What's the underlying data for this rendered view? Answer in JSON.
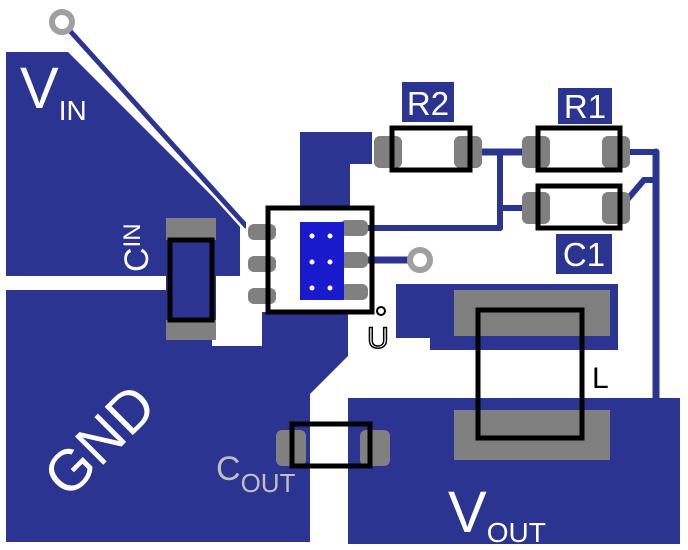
{
  "board": {
    "colors": {
      "copper": "#2b3591",
      "pad": "#808080",
      "outline": "#000000",
      "label_light": "#ffffff",
      "label_pad": "#bfbfbf",
      "via_ring": "#a0a0a0",
      "thermal_pad": "#1a1acd"
    },
    "labels": {
      "vin": "V",
      "vin_sub": "IN",
      "gnd": "GND",
      "vout": "V",
      "vout_sub": "OUT",
      "cin": "C",
      "cin_sub": "IN",
      "cout": "C",
      "cout_sub": "OUT",
      "r1": "R1",
      "r2": "R2",
      "c1": "C1",
      "u": "U",
      "l": "L"
    }
  }
}
